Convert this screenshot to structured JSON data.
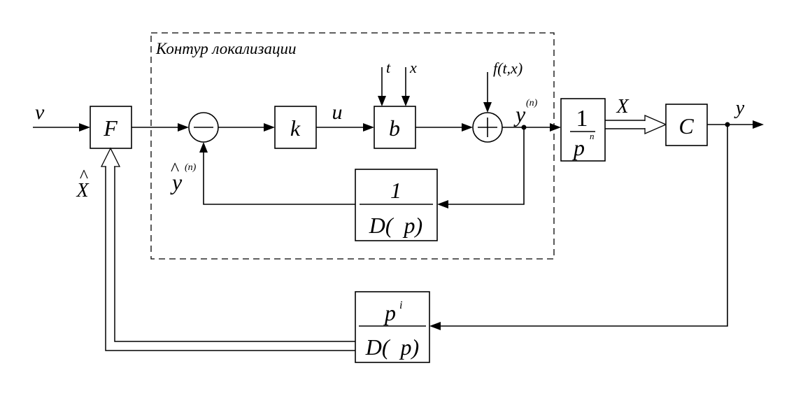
{
  "diagram": {
    "contour_label": "Контур локализации",
    "signals": {
      "input": "v",
      "control": "u",
      "derivative": "y",
      "derivative_sup": "(n)",
      "estimate": "y",
      "estimate_hat": "^",
      "estimate_sup": "(n)",
      "state": "X",
      "state_estimate": "X",
      "state_estimate_hat": "^",
      "output": "y",
      "t_input": "t",
      "x_input": "x",
      "disturbance": "f(t,x)"
    },
    "blocks": {
      "F": "F",
      "k": "k",
      "b": "b",
      "C": "C",
      "integrator": {
        "num": "1",
        "den": "p",
        "den_sup": "n"
      },
      "filter_inner": {
        "num": "1",
        "den": "D(  p)"
      },
      "filter_outer": {
        "num": "p",
        "num_sup": "i",
        "den": "D(  p)"
      }
    },
    "summers": {
      "subtract": "minus",
      "add": "plus"
    }
  }
}
